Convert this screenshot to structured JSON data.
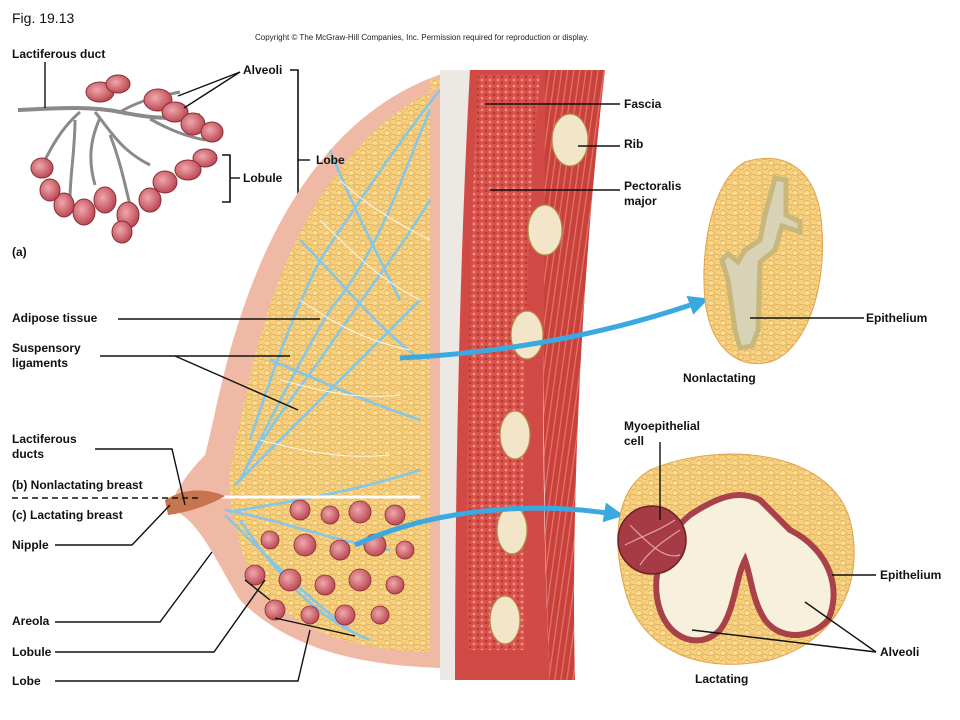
{
  "figure": {
    "number": "Fig. 19.13",
    "copyright": "Copyright © The McGraw-Hill Companies, Inc. Permission required for reproduction or display."
  },
  "panel_a": {
    "tag": "(a)",
    "lactiferous_duct": "Lactiferous duct",
    "alveoli": "Alveoli",
    "lobule": "Lobule",
    "lobe": "Lobe"
  },
  "breast": {
    "adipose_tissue": "Adipose tissue",
    "suspensory_ligaments": "Suspensory\nligaments",
    "lactiferous_ducts": "Lactiferous\nducts",
    "nonlactating_breast": "(b) Nonlactating breast",
    "lactating_breast": "(c) Lactating breast",
    "nipple": "Nipple",
    "areola": "Areola",
    "lobule": "Lobule",
    "lobe": "Lobe",
    "fascia": "Fascia",
    "rib": "Rib",
    "pectoralis_major": "Pectoralis\nmajor"
  },
  "inset_nonlactating": {
    "epithelium": "Epithelium",
    "caption": "Nonlactating"
  },
  "inset_lactating": {
    "myoepithelial_cell": "Myoepithelial\ncell",
    "epithelium": "Epithelium",
    "alveoli": "Alveoli",
    "caption": "Lactating"
  },
  "colors": {
    "fat": "#f2c66a",
    "skin": "#f0b9a5",
    "muscle": "#d24a45",
    "duct_blue": "#86c6e6",
    "arrow_blue": "#3aa9e2",
    "alveolus": "#c8525a"
  }
}
